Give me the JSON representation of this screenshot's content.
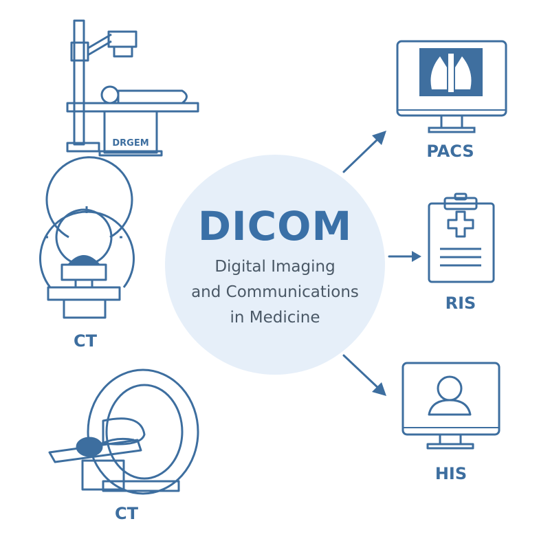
{
  "hub": {
    "title": "DICOM",
    "subtitle_lines": [
      "Digital Imaging",
      "and Communications",
      "in Medicine"
    ]
  },
  "modalities": {
    "xray_brand": "DRGEM",
    "ct_upper_label": "CT",
    "ct_lower_label": "CT"
  },
  "systems": {
    "pacs_label": "PACS",
    "ris_label": "RIS",
    "his_label": "HIS"
  },
  "colors": {
    "line": "#3d6e9f",
    "hub_fill": "#e6eff9",
    "screen_fill": "#3f6f9f"
  }
}
